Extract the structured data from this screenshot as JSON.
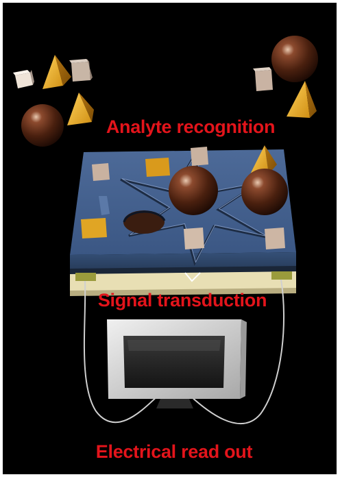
{
  "captions": {
    "analyte_recognition": "Analyte recognition",
    "signal_transduction": "Signal transduction",
    "electrical_read_out": "Electrical read out"
  },
  "colors": {
    "background": "#000000",
    "caption": "#e3141b",
    "sensor_surface": "#3f5c88",
    "sphere": "#5a2a18",
    "pyramid": "#e0a524",
    "cube": "#c9b2a0",
    "monitor": "#d8d8d8"
  },
  "icons": [
    "analyte-sphere",
    "analyte-pyramid",
    "analyte-cube",
    "star-receptor",
    "electrode-layer",
    "monitor"
  ]
}
